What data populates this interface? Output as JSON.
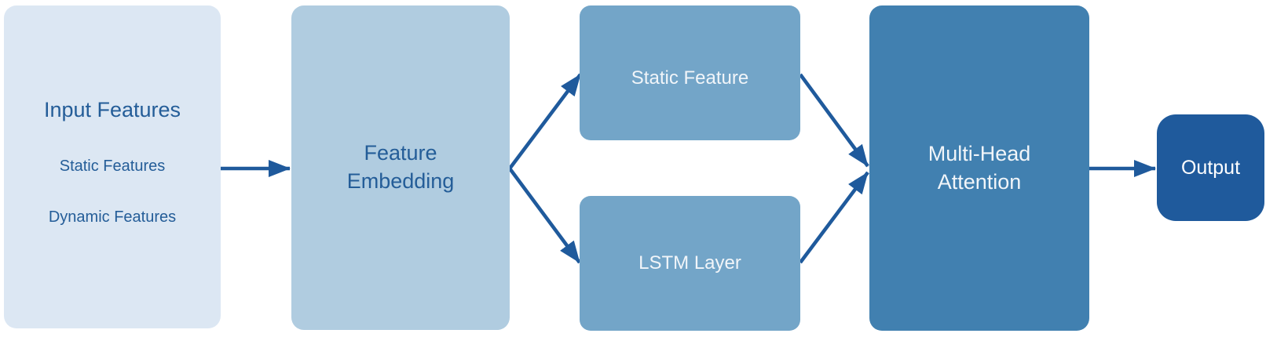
{
  "colors": {
    "input_bg": "#dce7f3",
    "embedding_bg": "#b0cce0",
    "branch_bg": "#73a5c8",
    "attention_bg": "#4180b0",
    "output_bg": "#1f5a9c",
    "arrow": "#1f5a9c",
    "dark_text": "#245d98",
    "light_text": "#f1f5f9"
  },
  "nodes": {
    "input": {
      "title": "Input Features",
      "items": [
        "Static Features",
        "Dynamic Features"
      ]
    },
    "embedding": {
      "label": "Feature\nEmbedding"
    },
    "static_feature": {
      "label": "Static Feature"
    },
    "lstm": {
      "label": "LSTM Layer"
    },
    "attention": {
      "label": "Multi-Head\nAttention"
    },
    "output": {
      "label": "Output"
    }
  },
  "edges": [
    {
      "from": "Input Features",
      "to": "Feature Embedding"
    },
    {
      "from": "Feature Embedding",
      "to": "Static Feature"
    },
    {
      "from": "Feature Embedding",
      "to": "LSTM Layer"
    },
    {
      "from": "Static Feature",
      "to": "Multi-Head Attention"
    },
    {
      "from": "LSTM Layer",
      "to": "Multi-Head Attention"
    },
    {
      "from": "Multi-Head Attention",
      "to": "Output"
    }
  ]
}
